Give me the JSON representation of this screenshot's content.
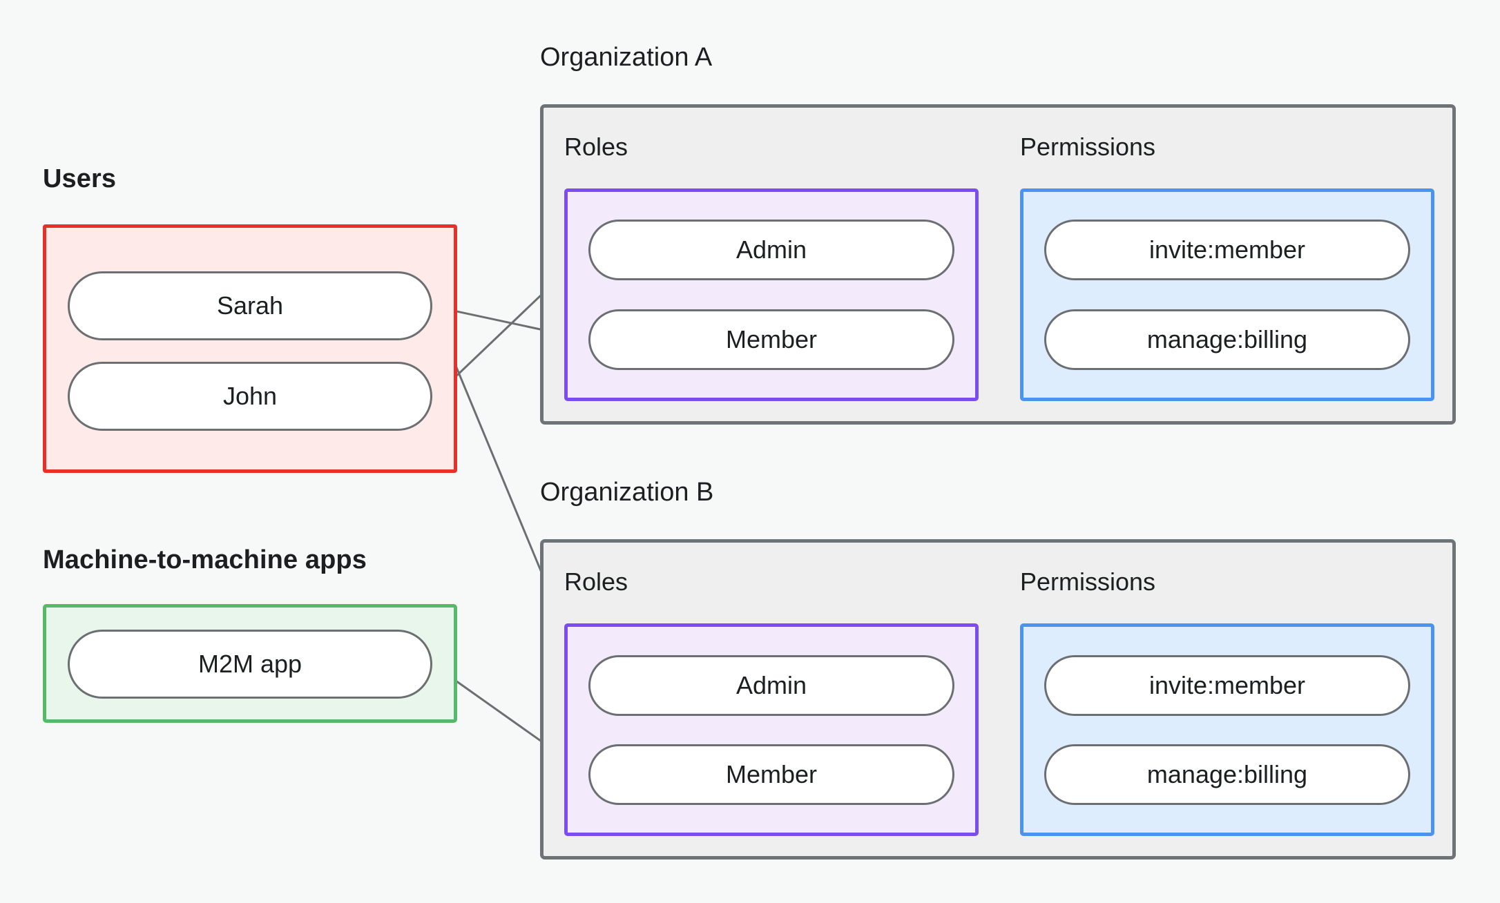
{
  "diagram": {
    "title_users": "Users",
    "title_m2m": "Machine-to-machine apps",
    "org_a": "Organization A",
    "org_b": "Organization B",
    "label_roles": "Roles",
    "label_permissions": "Permissions",
    "colors": {
      "background": "#f7f9f8",
      "users_border": "#e8302a",
      "users_fill": "#fdeae9",
      "m2m_border": "#56b96a",
      "m2m_fill": "#e9f6ec",
      "org_border": "#6e7377",
      "org_fill": "#eeefee",
      "roles_border": "#7b4df1",
      "roles_fill": "#f3ebfc",
      "perms_border": "#4a94f0",
      "perms_fill": "#ddedfd",
      "node_border": "#6b6f72",
      "node_fill": "#ffffff",
      "edge": "#6b6f72",
      "text": "#1b1f20"
    },
    "users": [
      {
        "id": "sarah",
        "label": "Sarah"
      },
      {
        "id": "john",
        "label": "John"
      }
    ],
    "m2m_apps": [
      {
        "id": "m2m-app",
        "label": "M2M app"
      }
    ],
    "organizations": [
      {
        "id": "org-a",
        "name": "Organization A",
        "roles_label": "Roles",
        "permissions_label": "Permissions",
        "roles": [
          {
            "id": "org-a-admin",
            "label": "Admin"
          },
          {
            "id": "org-a-member",
            "label": "Member"
          }
        ],
        "permissions": [
          {
            "id": "org-a-invite-member",
            "label": "invite:member"
          },
          {
            "id": "org-a-manage-billing",
            "label": "manage:billing"
          }
        ]
      },
      {
        "id": "org-b",
        "name": "Organization B",
        "roles_label": "Roles",
        "permissions_label": "Permissions",
        "roles": [
          {
            "id": "org-b-admin",
            "label": "Admin"
          },
          {
            "id": "org-b-member",
            "label": "Member"
          }
        ],
        "permissions": [
          {
            "id": "org-b-invite-member",
            "label": "invite:member"
          },
          {
            "id": "org-b-manage-billing",
            "label": "manage:billing"
          }
        ]
      }
    ],
    "edges": [
      {
        "from": "john",
        "to": "org-a-admin"
      },
      {
        "from": "sarah",
        "to": "org-a-member"
      },
      {
        "from": "sarah",
        "to": "org-b-admin"
      },
      {
        "from": "m2m-app",
        "to": "org-b-member"
      },
      {
        "from": "org-a-admin",
        "to": "org-a-invite-member"
      },
      {
        "from": "org-a-admin",
        "to": "org-a-manage-billing"
      },
      {
        "from": "org-a-member",
        "to": "org-a-manage-billing"
      },
      {
        "from": "org-b-admin",
        "to": "org-b-invite-member"
      },
      {
        "from": "org-b-admin",
        "to": "org-b-manage-billing"
      },
      {
        "from": "org-b-member",
        "to": "org-b-manage-billing"
      }
    ]
  }
}
